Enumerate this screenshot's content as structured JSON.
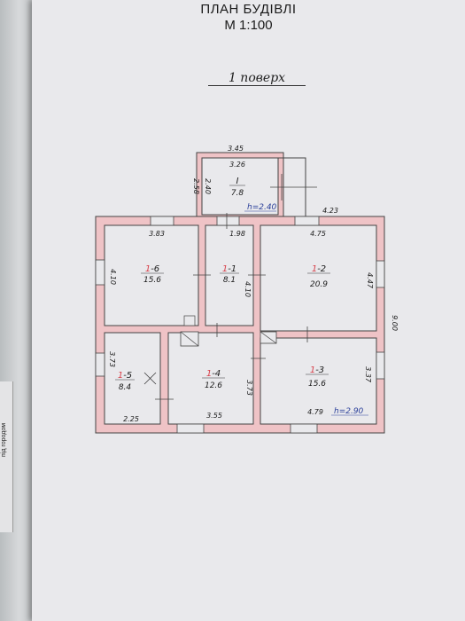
{
  "title": "ПЛАН БУДІВЛІ",
  "scale": "М 1:100",
  "floor_label": "1 поверх",
  "side_tab_text": "під городом",
  "rooms": [
    {
      "id_prefix": "I",
      "id_suffix": "",
      "area": "7.8"
    },
    {
      "id_prefix": "1",
      "id_suffix": "-6",
      "area": "15.6"
    },
    {
      "id_prefix": "1",
      "id_suffix": "-1",
      "area": "8.1"
    },
    {
      "id_prefix": "1",
      "id_suffix": "-2",
      "area": "20.9"
    },
    {
      "id_prefix": "1",
      "id_suffix": "-5",
      "area": "8.4"
    },
    {
      "id_prefix": "1",
      "id_suffix": "-4",
      "area": "12.6"
    },
    {
      "id_prefix": "1",
      "id_suffix": "-3",
      "area": "15.6"
    }
  ],
  "heights": [
    "h=2.40",
    "h=2.90"
  ],
  "dimensions": [
    "3.45",
    "3.26",
    "2.58",
    "2.40",
    "4.23",
    "3.83",
    "1.98",
    "4.75",
    "4.10",
    "4.10",
    "4.47",
    "9.00",
    "3.73",
    "3.73",
    "3.37",
    "2.25",
    "3.55",
    "4.79"
  ],
  "colors": {
    "wall_fill": "#efc3c6",
    "wall_edge": "#444444",
    "line": "#333333",
    "red": "#d8404a",
    "blue": "#2a3f9a",
    "paper": "#e9e9ec"
  }
}
